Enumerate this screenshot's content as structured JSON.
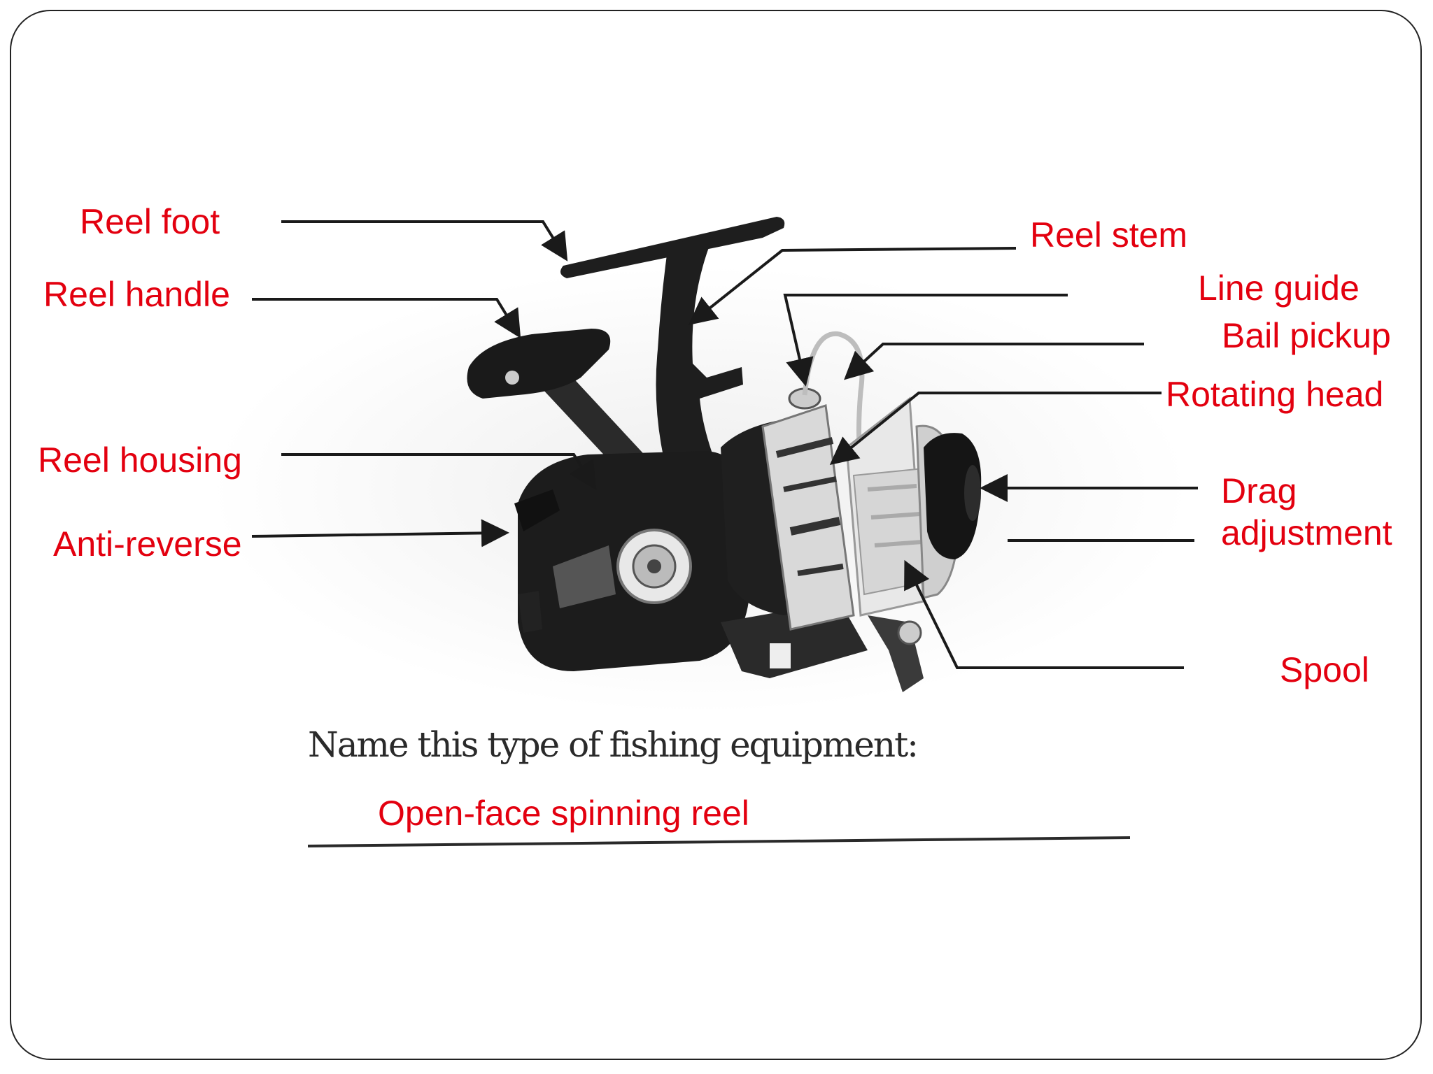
{
  "labels": {
    "reel_foot": "Reel foot",
    "reel_handle": "Reel handle",
    "reel_housing": "Reel housing",
    "anti_reverse": "Anti-reverse",
    "reel_stem": "Reel stem",
    "line_guide": "Line guide",
    "bail_pickup": "Bail pickup",
    "rotating_head": "Rotating head",
    "drag_line1": "Drag",
    "drag_line2": "adjustment",
    "spool": "Spool"
  },
  "question": "Name this type of fishing equipment:",
  "answer": "Open-face spinning reel",
  "colors": {
    "label": "#e3000f",
    "arrow": "#1a1a1a",
    "frame": "#222222"
  }
}
